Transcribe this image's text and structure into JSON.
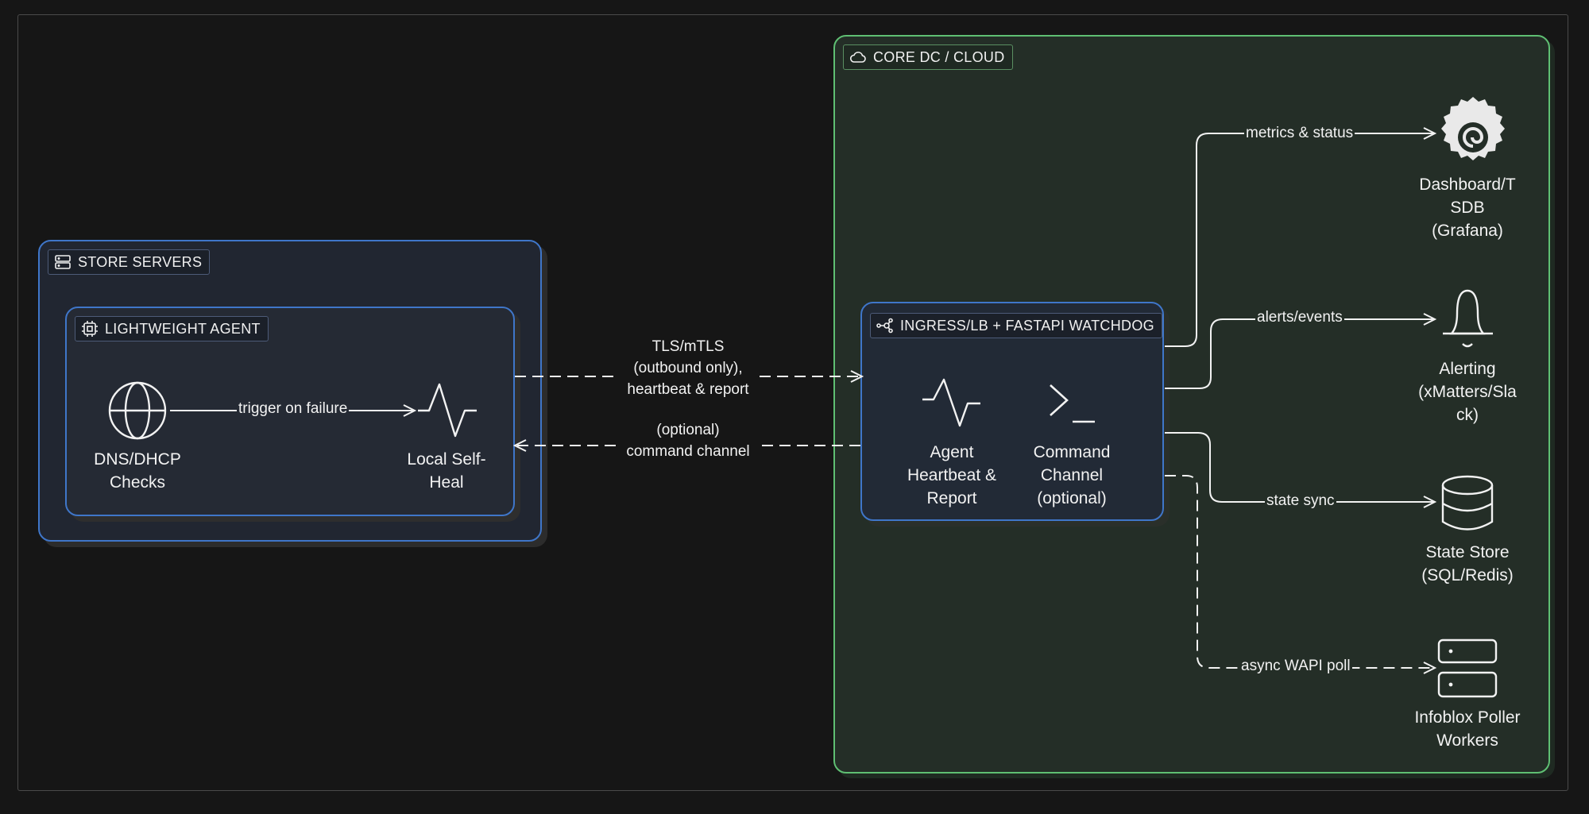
{
  "groups": {
    "store_servers": "STORE SERVERS",
    "lightweight_agent": "LIGHTWEIGHT AGENT",
    "core": "CORE DC / CLOUD",
    "ingress": "INGRESS/LB + FASTAPI WATCHDOG"
  },
  "nodes": {
    "dns_checks": "DNS/DHCP\nChecks",
    "local_heal": "Local Self-\nHeal",
    "heartbeat": "Agent\nHeartbeat &\nReport",
    "command": "Command\nChannel\n(optional)",
    "dashboard": "Dashboard/T\nSDB\n(Grafana)",
    "alerting": "Alerting\n(xMatters/Sla\nck)",
    "state_store": "State Store\n(SQL/Redis)",
    "infoblox": "Infoblox Poller\nWorkers"
  },
  "edges": {
    "trigger": "trigger on failure",
    "tls": "TLS/mTLS\n(outbound only),\nheartbeat & report",
    "command": "(optional)\ncommand channel",
    "metrics": "metrics & status",
    "alerts": "alerts/events",
    "state_sync": "state sync",
    "wapi": "async WAPI poll"
  },
  "icons": {
    "store_servers": "server-icon",
    "lightweight_agent": "cpu-icon",
    "core": "cloud-icon",
    "ingress": "network-icon",
    "dns_checks": "globe-icon",
    "local_heal": "pulse-icon",
    "heartbeat": "pulse-icon",
    "command": "terminal-icon",
    "dashboard": "grafana-icon",
    "alerting": "bell-icon",
    "state_store": "database-icon",
    "infoblox": "server-stack-icon"
  },
  "colors": {
    "background": "#161616",
    "store_border": "#3f76c9",
    "core_border": "#5fbf73",
    "core_fill": "#242e27",
    "text": "#f2f2f2"
  }
}
